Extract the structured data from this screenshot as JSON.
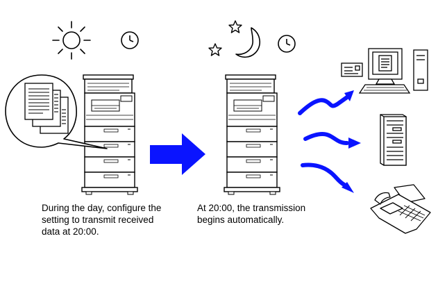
{
  "captions": {
    "left": [
      "During the day, configure the",
      "setting to transmit received",
      "data at 20:00."
    ],
    "right": [
      "At 20:00, the transmission",
      "begins automatically."
    ]
  },
  "colors": {
    "arrow": "#0a14ff",
    "stroke": "#000000",
    "background": "#ffffff"
  },
  "icons": [
    "sun-icon",
    "clock-icon",
    "moon-icon",
    "star-icon",
    "document-icon",
    "printer-icon",
    "computer-icon",
    "server-icon",
    "fax-icon"
  ]
}
